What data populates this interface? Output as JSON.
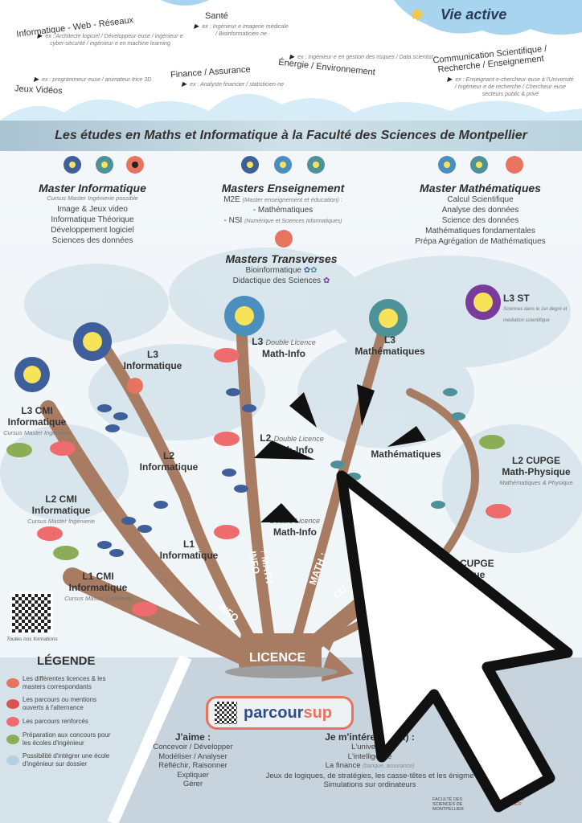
{
  "vie_active": {
    "title": "Vie active",
    "sectors": [
      {
        "name": "Informatique - Web - Réseaux",
        "example": "ex : Architecte logiciel / Développeur·euse / ingénieur·e cyber-sécurité / ingénieur·e en machine learning"
      },
      {
        "name": "Santé",
        "example": "ex : Ingénieur·e imagerie médicale / Bioinformaticien·ne"
      },
      {
        "name": "Énergie / Environnement",
        "example": "ex : Ingénieur·e en gestion des risques / Data scientist"
      },
      {
        "name": "Communication Scientifique / Recherche / Enseignement",
        "example": "ex : Enseignant·e-chercheur·euse à l'Université / Ingénieur·e de recherche / Chercheur·euse secteurs public & privé"
      },
      {
        "name": "Jeux Vidéos",
        "example": "ex : programmeur·euse / animateur·trice 3D"
      },
      {
        "name": "Finance / Assurance",
        "example": "ex : Analyste financier / statisticien·ne"
      }
    ]
  },
  "banner": "Les études en Maths et Informatique à la Faculté des Sciences de Montpellier",
  "masters": [
    {
      "title": "Master Informatique",
      "subtitle": "Cursus Master Ingénierie possible",
      "items": [
        "Image & Jeux video",
        "Informatique Théorique",
        "Développement logiciel",
        "Sciences des données"
      ]
    },
    {
      "title": "Masters Enseignement",
      "line1": "M2E",
      "line1_note": "(Master enseignement et éducation) :",
      "items": [
        "- Mathématiques",
        "- NSI"
      ],
      "nsi_note": "(Numérique et Sciences Informatiques)"
    },
    {
      "title": "Master Mathématiques",
      "items": [
        "Calcul Scientifique",
        "Analyse des données",
        "Science des données",
        "Mathématiques fondamentales",
        "Prépa Agrégation de Mathématiques"
      ]
    },
    {
      "title": "Masters Transverses",
      "items": [
        "Bioinformatique",
        "Didactique des Sciences"
      ]
    }
  ],
  "tree": {
    "l3_info": {
      "level": "L3",
      "name": "Informatique"
    },
    "l3_cmi": {
      "level": "L3 CMI",
      "name": "Informatique",
      "sub": "Cursus Master Ingénierie"
    },
    "l2_info": {
      "level": "L2",
      "name": "Informatique"
    },
    "l2_cmi": {
      "level": "L2 CMI",
      "name": "Informatique",
      "sub": "Cursus Master Ingénierie"
    },
    "l1_info": {
      "level": "L1",
      "name": "Informatique"
    },
    "l1_cmi": {
      "level": "L1 CMI",
      "name": "Informatique",
      "sub": "Cursus Master Ingénierie"
    },
    "l3_mi": {
      "level": "L3",
      "kind": "Double Licence",
      "name": "Math-Info"
    },
    "l2_mi": {
      "level": "L2",
      "kind": "Double Licence",
      "name": "Math-Info"
    },
    "l1_mi": {
      "kind": "Double Licence",
      "name": "Math-Info"
    },
    "l3_math": {
      "level": "L3",
      "name": "Mathématiques"
    },
    "l2_math": {
      "name": "Mathématiques"
    },
    "l3_st": {
      "level": "L3 ST",
      "sub": "Sciences dans le 1er degré et médiation scientifique"
    },
    "l2_cupge": {
      "level": "L2 CUPGE",
      "name": "Math-Physique",
      "sub": "Mathématiques & Physique"
    },
    "l1_cupge": {
      "level": "CUPGE",
      "name": "sique",
      "sub": "que"
    },
    "trunk": {
      "info": "← INFO",
      "mathinfo": "↑ MATH INFO",
      "math": "MATH ↑",
      "cu": "CU",
      "licence": "LICENCE"
    },
    "qr_caption": "Toutes nos formations"
  },
  "legend": {
    "title": "LÉGENDE",
    "items": [
      {
        "text": "Les différentes licences & les masters correspondants",
        "color": "#e8735f"
      },
      {
        "text": "Les parcours ou mentions ouverts à l'alternance",
        "color": "#d9534f"
      },
      {
        "text": "Les parcours renforcés",
        "color": "#ee6b6e"
      },
      {
        "text": "Préparation aux concours pour les écoles d'ingénieur",
        "color": "#8aad55"
      },
      {
        "text": "Possibilité d'intégrer une école d'ingénieur sur dossier",
        "color": "#b7cfe0"
      }
    ]
  },
  "parcoursup": {
    "logo_a": "parcour",
    "logo_b": "sup"
  },
  "jaime": {
    "title": "J'aime :",
    "items": [
      "Concevoir / Développer",
      "Modéliser / Analyser",
      "Réfléchir, Raisonner",
      "Expliquer",
      "Gérer"
    ]
  },
  "interests": {
    "title": "Je m'intéres",
    "title_end": "(x) :",
    "items": [
      "L'univers n",
      "L'intelligence",
      "La finance",
      "Jeux de logiques, de stratégies, les casse-têtes et les énigme",
      "Simulations sur ordinateurs"
    ],
    "finance_note": "(banque, assurance)"
  },
  "logos": {
    "faculty": "FACULTÉ DES SCIENCES DE MONTPELLIER",
    "university": "UNIVERSITÉ DE MONTPELLIER"
  },
  "colors": {
    "trunk": "#a87c63",
    "info_flower": "#3f5f9a",
    "math_flower": "#4f9199",
    "banner": "#b9d3de"
  }
}
